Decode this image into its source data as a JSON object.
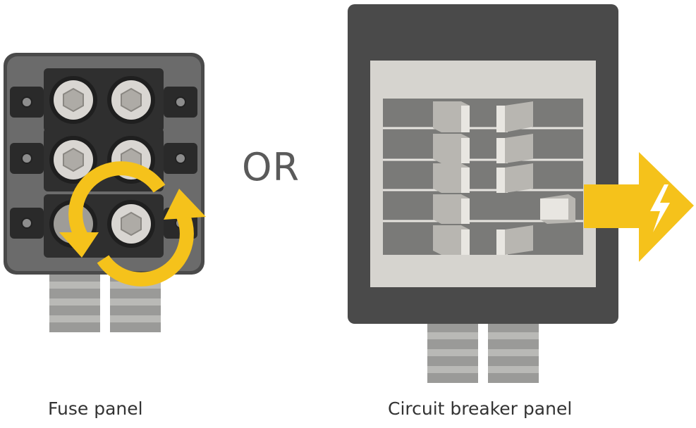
{
  "connector_text": "OR",
  "fuse_panel": {
    "caption": "Fuse panel"
  },
  "breaker_panel": {
    "caption": "Circuit breaker panel"
  },
  "colors": {
    "housing_dark": "#4a4a4a",
    "housing_mid": "#6b6b6b",
    "fuse_block": "#2f2f2f",
    "fuse_cap": "#d9d6d2",
    "breaker_face": "#d6d4cf",
    "breaker_switch": "#b8b6b1",
    "accent_yellow": "#f5c21b",
    "cable_gray": "#9a9a98"
  },
  "icons": [
    "refresh-arrows-icon",
    "power-arrow-icon",
    "lightning-bolt-icon"
  ]
}
